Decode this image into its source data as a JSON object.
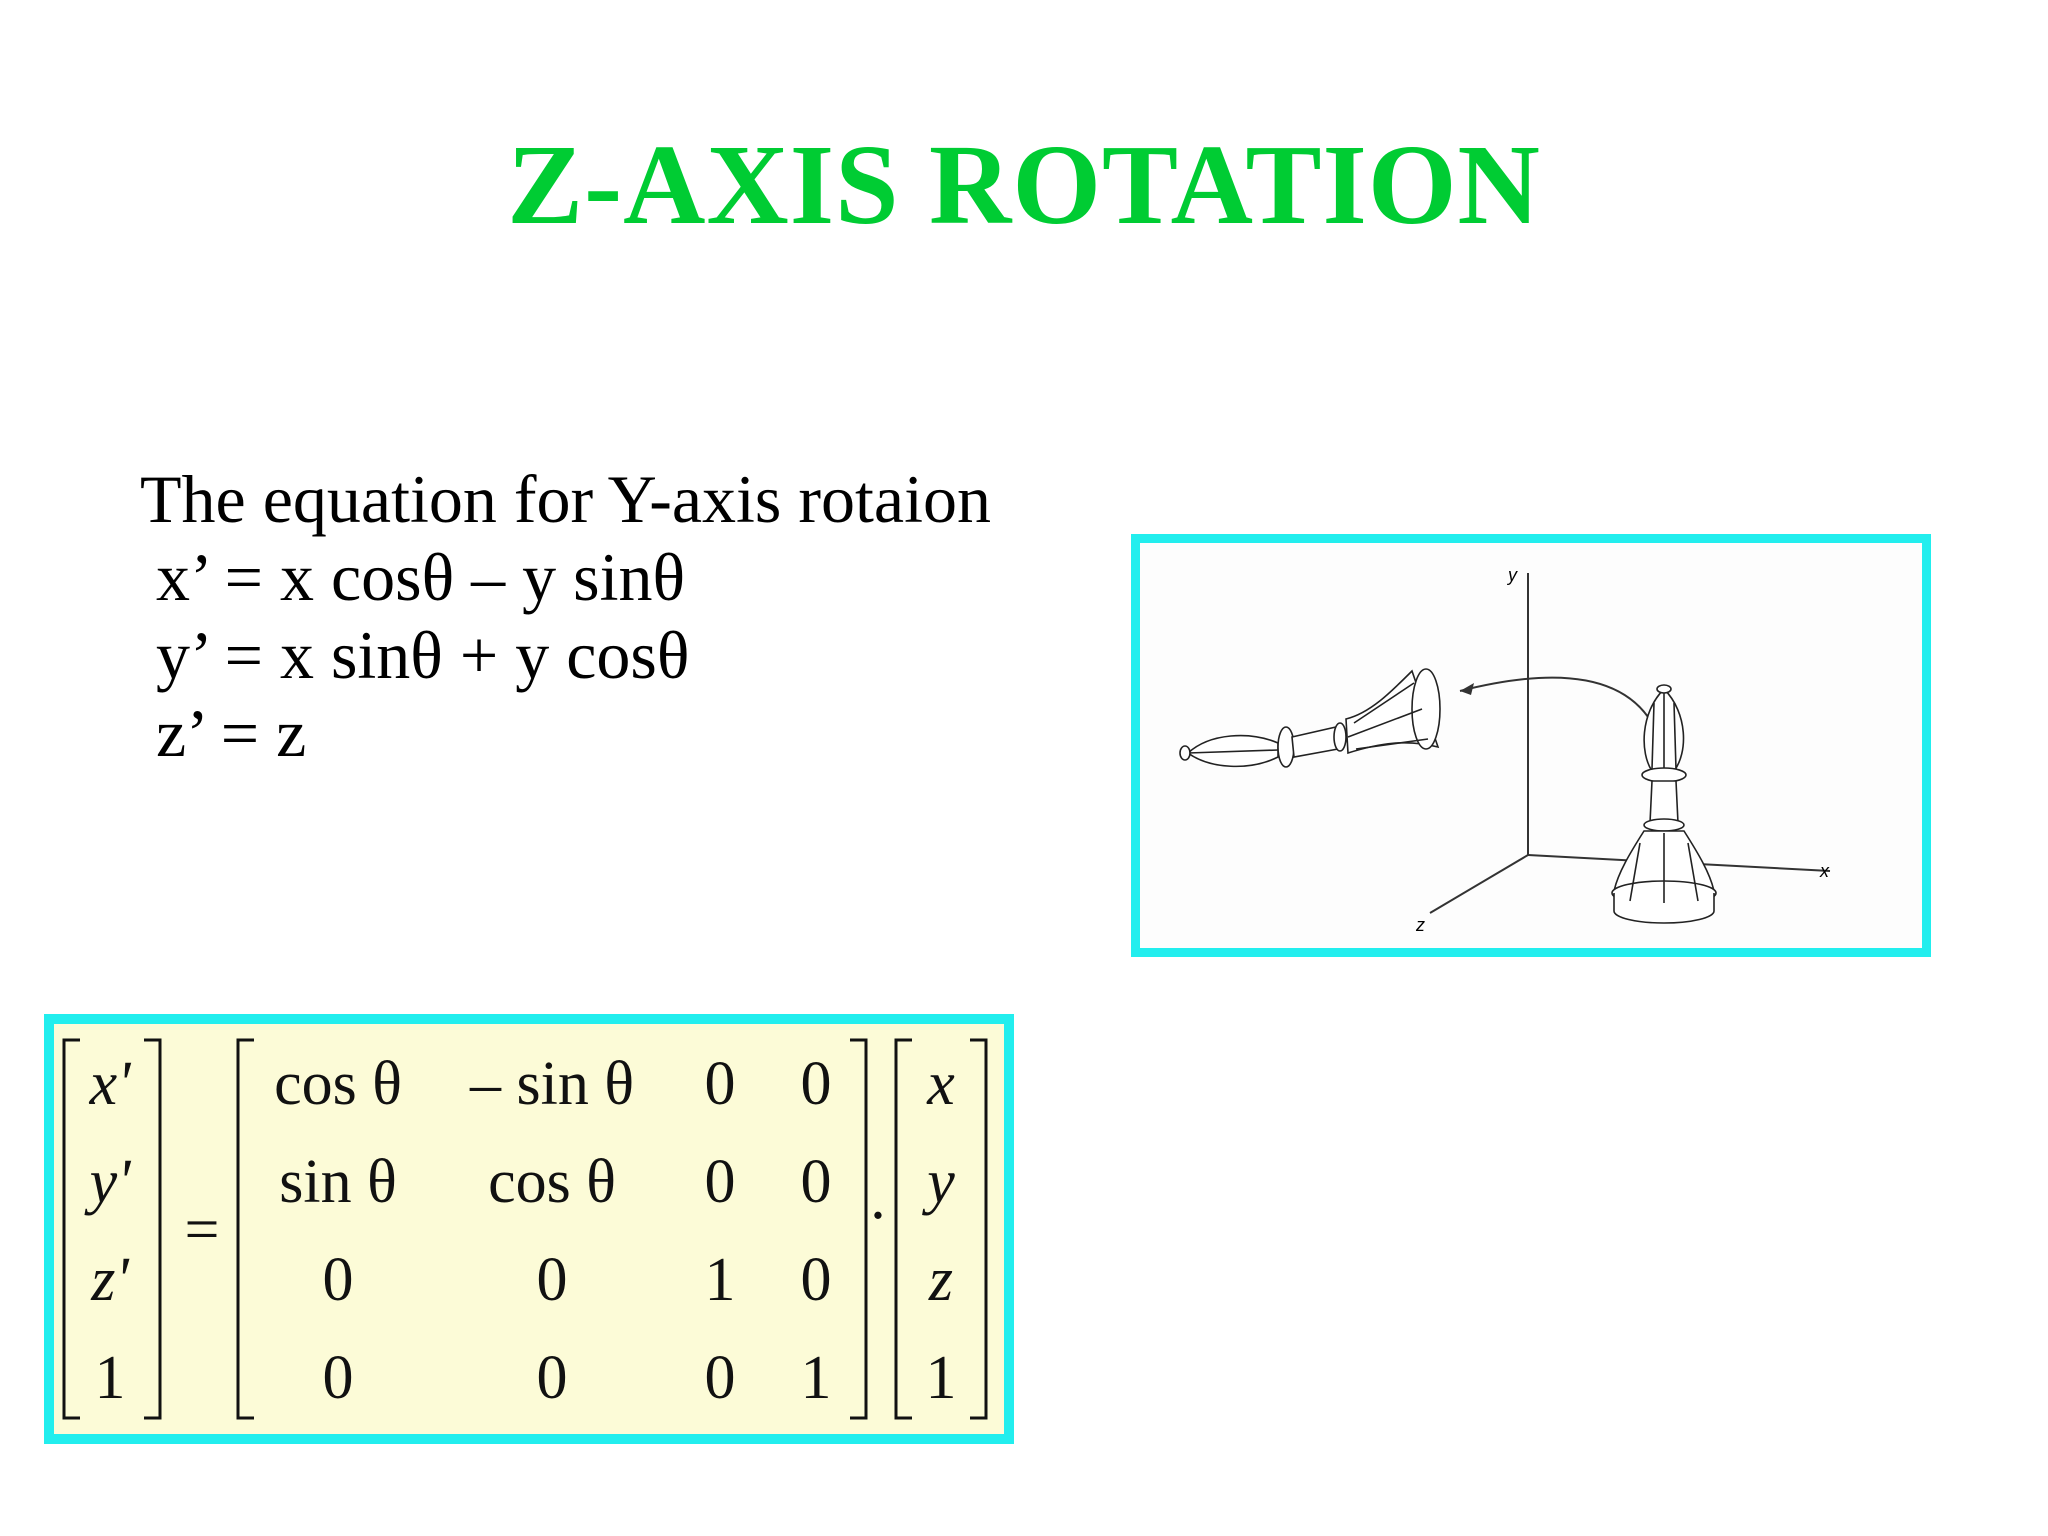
{
  "slide": {
    "title": "Z-AXIS ROTATION",
    "equations": {
      "heading": "The equation for Y-axis rotaion",
      "lines": [
        "x’ = x cosθ – y sinθ",
        "y’ = x sinθ + y cosθ",
        "z’ = z"
      ]
    },
    "figure": {
      "axis_labels": {
        "y": "y",
        "x": "x",
        "z": "z"
      }
    },
    "matrix_equation": {
      "lhs": [
        "x'",
        "y'",
        "z'",
        "1"
      ],
      "equals": "=",
      "matrix": [
        [
          "cos θ",
          "– sin θ",
          "0",
          "0"
        ],
        [
          "sin θ",
          "cos θ",
          "0",
          "0"
        ],
        [
          "0",
          "0",
          "1",
          "0"
        ],
        [
          "0",
          "0",
          "0",
          "1"
        ]
      ],
      "dot": "·",
      "rhs": [
        "x",
        "y",
        "z",
        "1"
      ]
    },
    "colors": {
      "title": "#00cc33",
      "frame_border": "#22eeee",
      "matrix_background": "#fcfbd7"
    }
  }
}
